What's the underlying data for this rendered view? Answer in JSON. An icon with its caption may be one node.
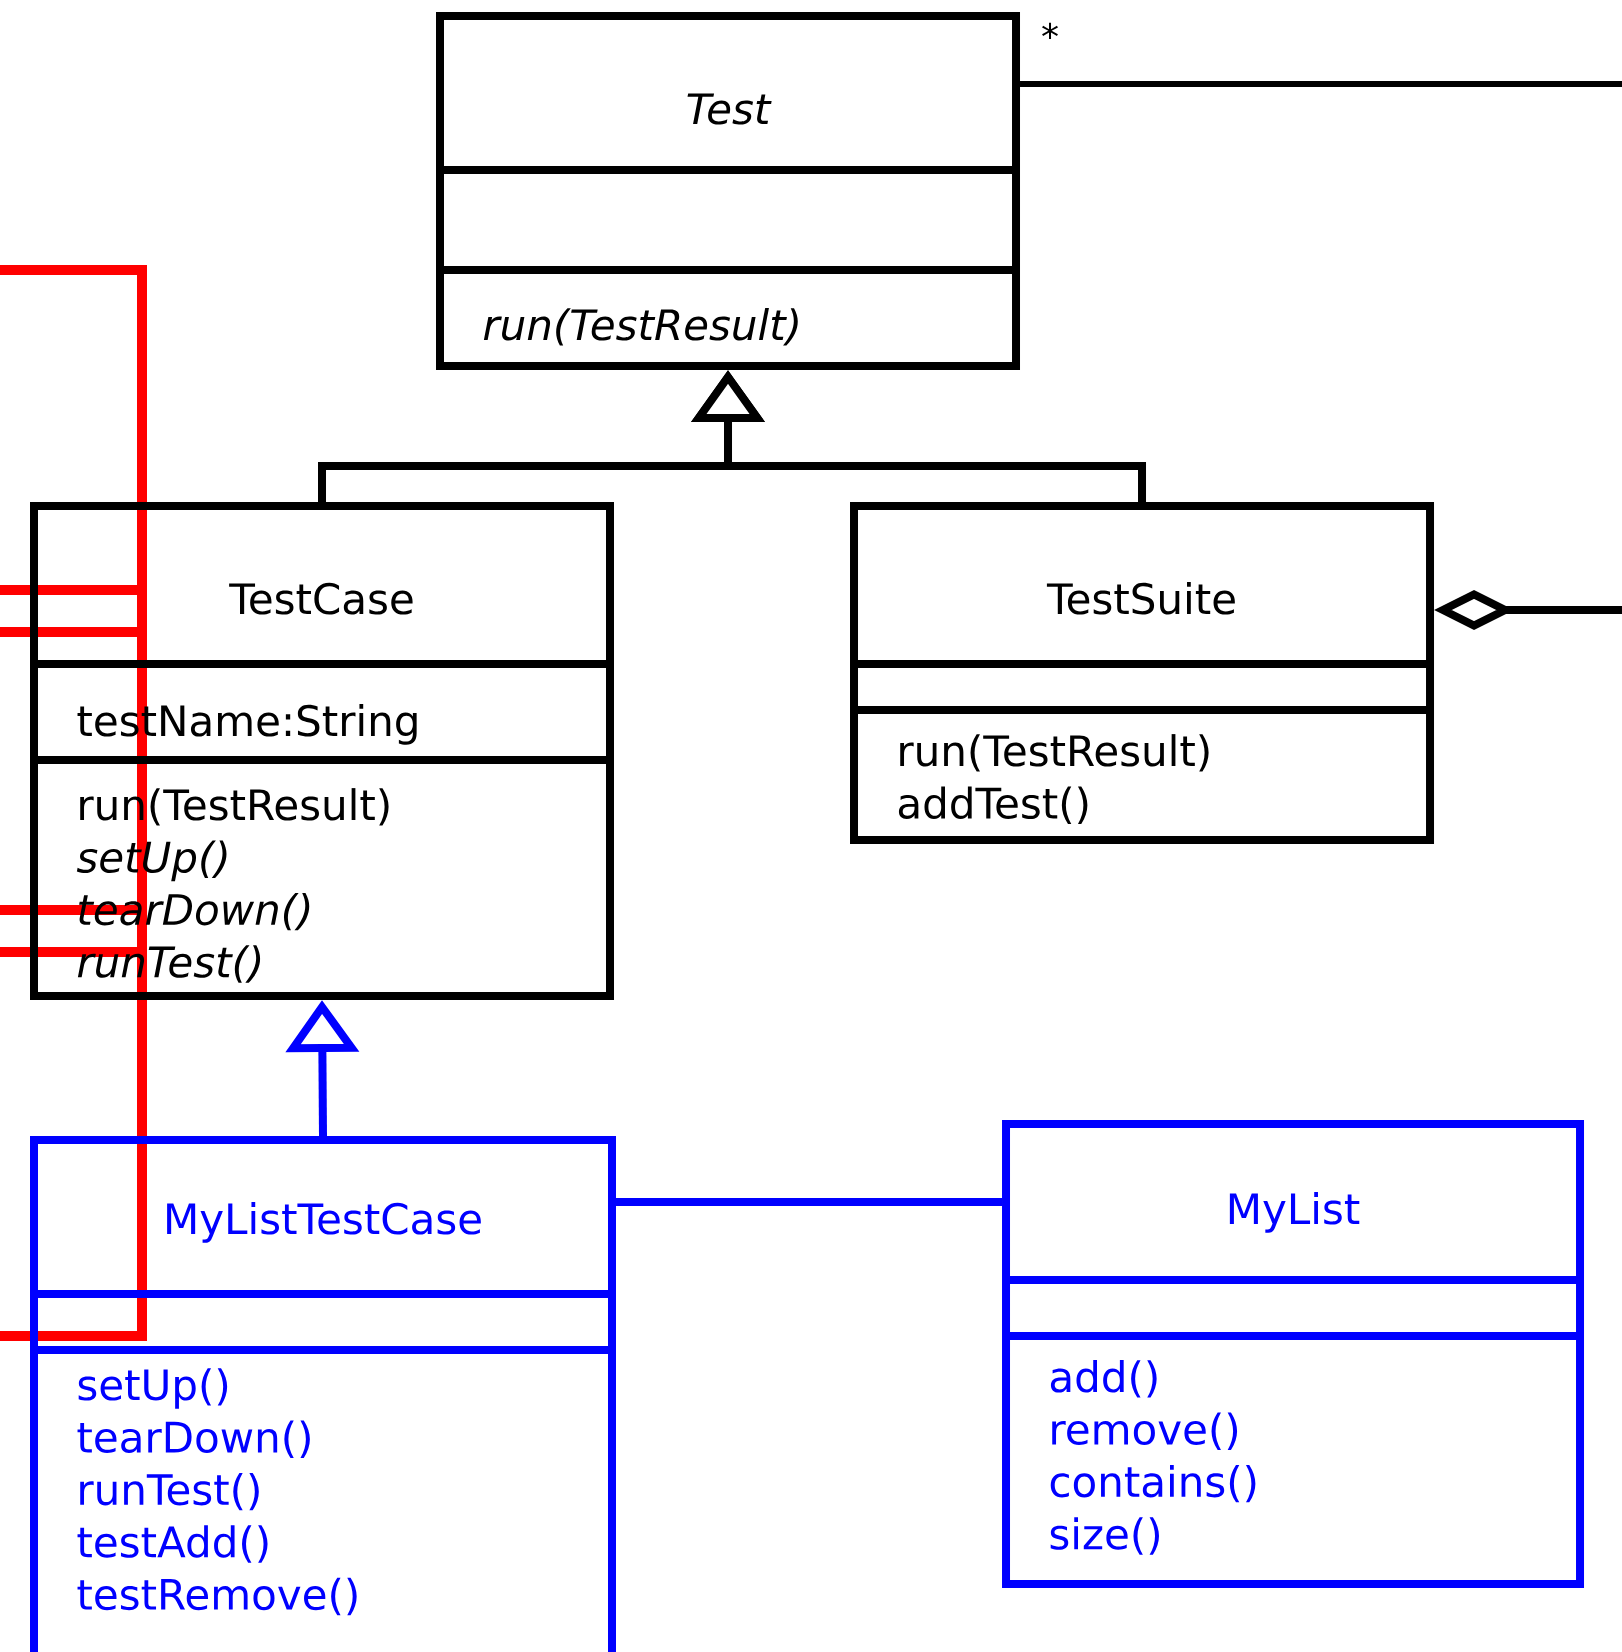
{
  "diagram": {
    "nodes": [
      {
        "text": [
          "Test",
          "run(TestResult)"
        ]
      },
      {
        "text": [
          "TestCase",
          "testName:String",
          "run(TestResult)",
          "setUp()",
          "tearDown()",
          "runTest()"
        ]
      },
      {
        "text": [
          "TestSuite",
          "run(TestResult)",
          "addTest()"
        ]
      },
      {
        "text": [
          "MyListTestCase",
          "setUp()",
          "tearDown()",
          "runTest()",
          "testAdd()",
          "testRemove()"
        ]
      },
      {
        "text": [
          "MyList",
          "add()",
          "remove()",
          "contains()",
          "size()"
        ]
      }
    ],
    "edges": [
      {
        "from": 1,
        "to": 0,
        "arrow": "to"
      },
      {
        "from": 2,
        "to": 0,
        "arrow": "to"
      },
      {
        "from": 3,
        "to": 1,
        "arrow": "to",
        "color": "#0000ff"
      },
      {
        "from": 3,
        "to": 4,
        "arrow": "none",
        "color": "#0000ff"
      },
      {
        "from": 0,
        "to": null,
        "arrow": "none",
        "label": "*"
      },
      {
        "from": 2,
        "to": null,
        "arrow": "other"
      }
    ]
  }
}
